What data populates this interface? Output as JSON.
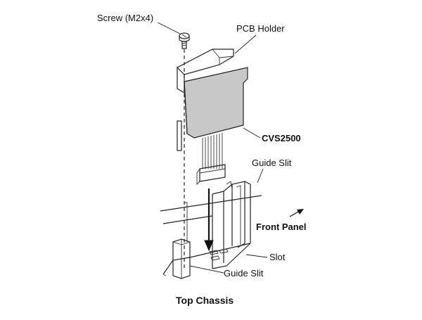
{
  "labels": {
    "screw": "Screw (M2x4)",
    "pcb_holder": "PCB Holder",
    "cvs": "CVS2500",
    "guide_slit_top": "Guide Slit",
    "front_panel": "Front Panel",
    "slot": "Slot",
    "guide_slit_bottom": "Guide Slit"
  },
  "caption": "Top Chassis",
  "colors": {
    "board": "#c8c8c8",
    "line": "#222222"
  }
}
